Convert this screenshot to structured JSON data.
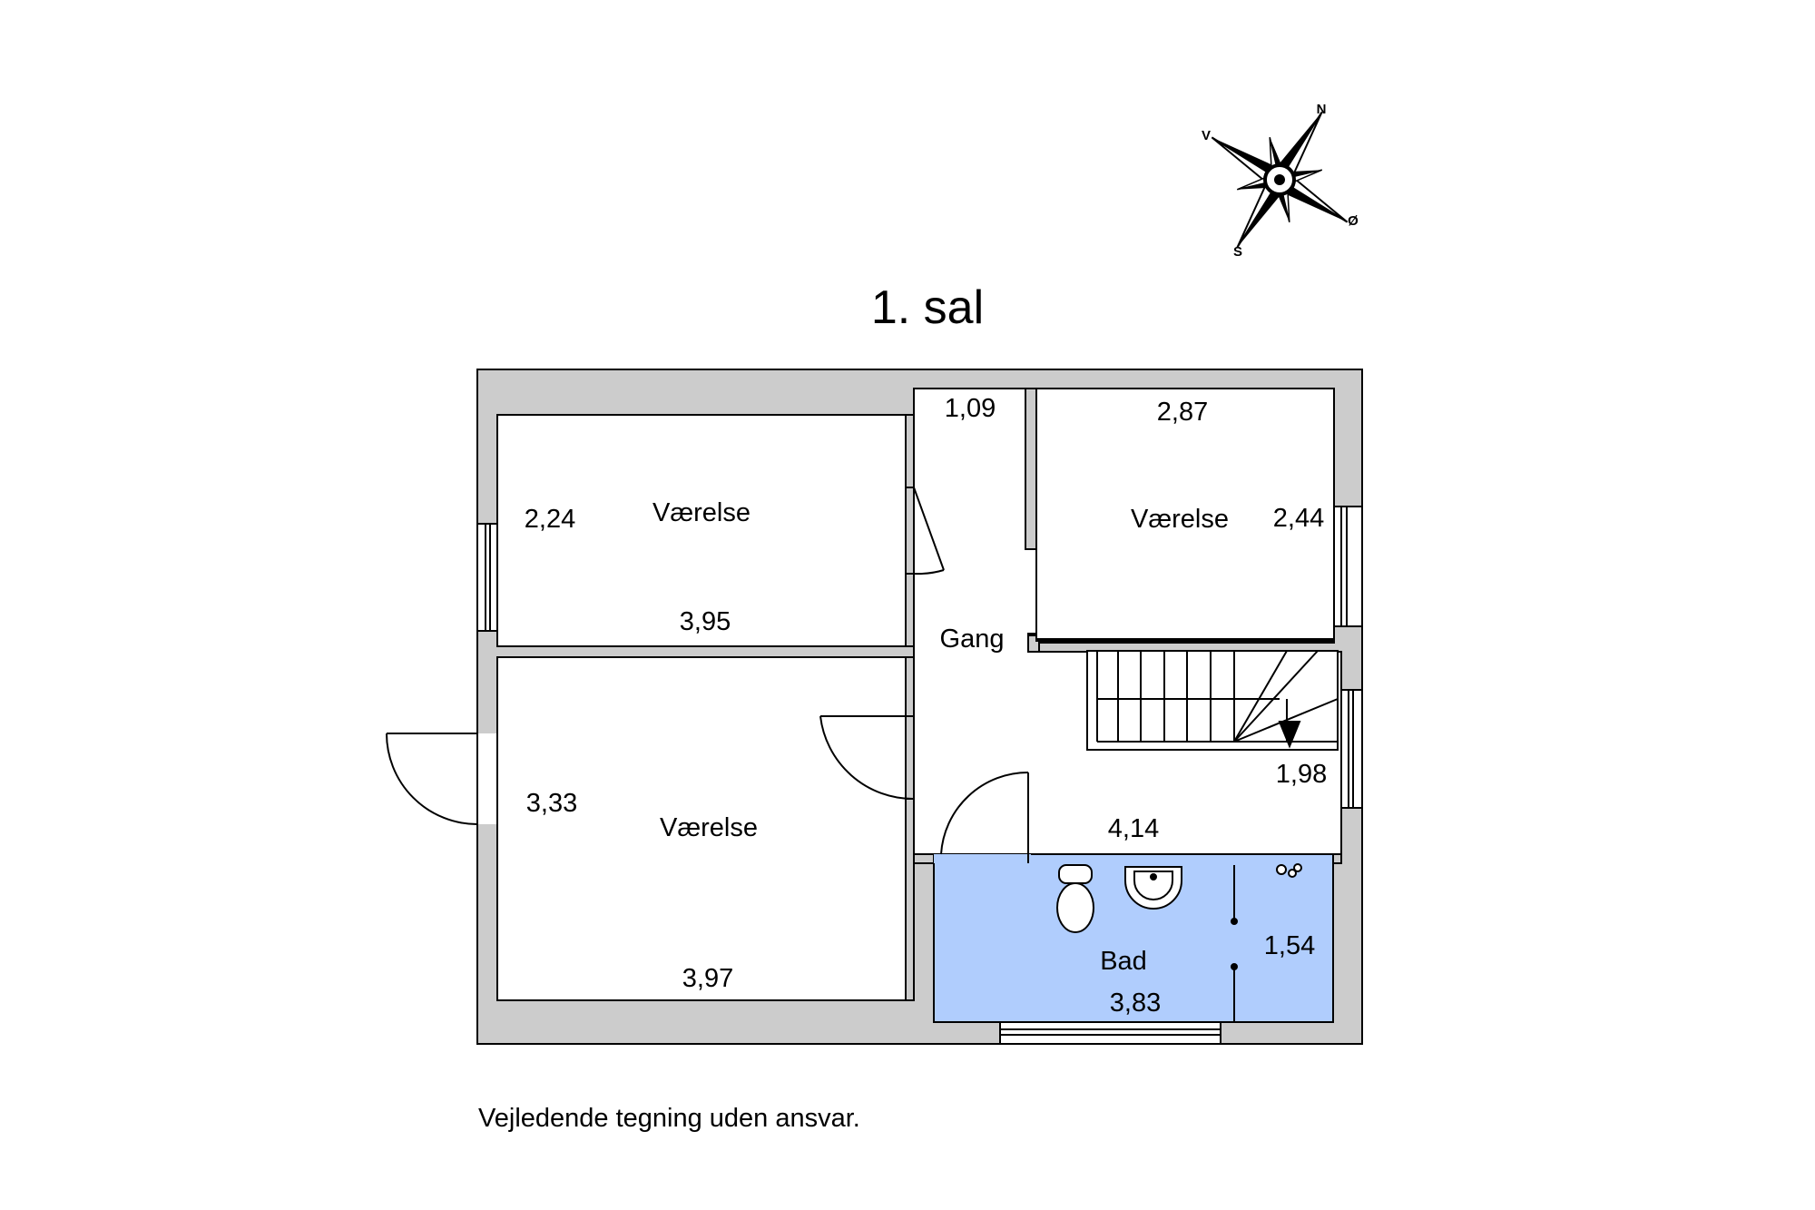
{
  "plan": {
    "title": "1. sal",
    "disclaimer": "Vejledende tegning uden ansvar.",
    "compass": {
      "n": "N",
      "s": "S",
      "v": "V",
      "o": "Ø"
    },
    "rooms": [
      {
        "id": "room_tl",
        "name": "Værelse",
        "width": "3,95",
        "depth": "2,24"
      },
      {
        "id": "room_bl",
        "name": "Værelse",
        "width": "3,97",
        "depth": "3,33"
      },
      {
        "id": "room_tr",
        "name": "Værelse",
        "width": "2,87",
        "depth": "2,44"
      },
      {
        "id": "hall",
        "name": "Gang",
        "width": "4,14",
        "depth": "1,98",
        "extra": "1,09"
      },
      {
        "id": "bath",
        "name": "Bad",
        "width": "3,83",
        "depth": "1,54"
      }
    ],
    "colors": {
      "wall": "#cccccc",
      "bath": "#b0cdfd",
      "line": "#000000"
    }
  }
}
